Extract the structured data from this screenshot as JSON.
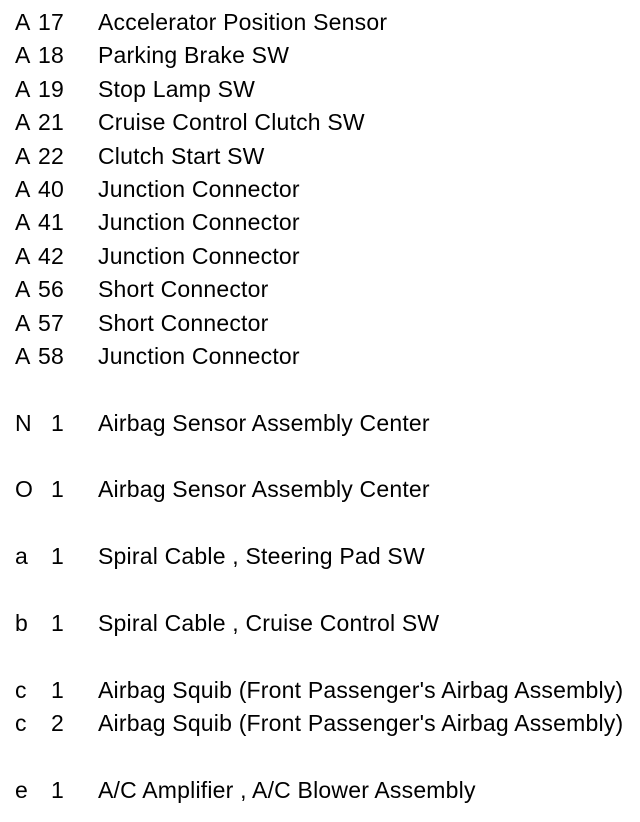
{
  "document": {
    "kind": "connector-code-list",
    "background_color": "#ffffff",
    "text_color": "#000000"
  },
  "connector_list": {
    "rows": [
      {
        "code": "A",
        "number": "17",
        "name": "Accelerator Position Sensor"
      },
      {
        "code": "A",
        "number": "18",
        "name": "Parking Brake SW"
      },
      {
        "code": "A",
        "number": "19",
        "name": "Stop Lamp SW"
      },
      {
        "code": "A",
        "number": "21",
        "name": "Cruise Control Clutch SW"
      },
      {
        "code": "A",
        "number": "22",
        "name": "Clutch Start SW"
      },
      {
        "code": "A",
        "number": "40",
        "name": "Junction Connector"
      },
      {
        "code": "A",
        "number": "41",
        "name": "Junction Connector"
      },
      {
        "code": "A",
        "number": "42",
        "name": "Junction Connector"
      },
      {
        "code": "A",
        "number": "56",
        "name": "Short Connector"
      },
      {
        "code": "A",
        "number": "57",
        "name": "Short Connector"
      },
      {
        "code": "A",
        "number": "58",
        "name": "Junction Connector"
      },
      {
        "spacer": true
      },
      {
        "code": "N",
        "number": "1",
        "name": "Airbag Sensor Assembly Center"
      },
      {
        "spacer": true
      },
      {
        "code": "O",
        "number": "1",
        "name": "Airbag Sensor Assembly Center"
      },
      {
        "spacer": true
      },
      {
        "code": "a",
        "number": "1",
        "name": "Spiral Cable , Steering Pad SW"
      },
      {
        "spacer": true
      },
      {
        "code": "b",
        "number": "1",
        "name": "Spiral Cable , Cruise Control SW"
      },
      {
        "spacer": true
      },
      {
        "code": "c",
        "number": "1",
        "name": "Airbag Squib (Front Passenger's Airbag Assembly)"
      },
      {
        "code": "c",
        "number": "2",
        "name": "Airbag Squib (Front Passenger's Airbag Assembly)"
      },
      {
        "spacer": true
      },
      {
        "code": "e",
        "number": "1",
        "name": "A/C Amplifier , A/C Blower Assembly"
      }
    ]
  }
}
